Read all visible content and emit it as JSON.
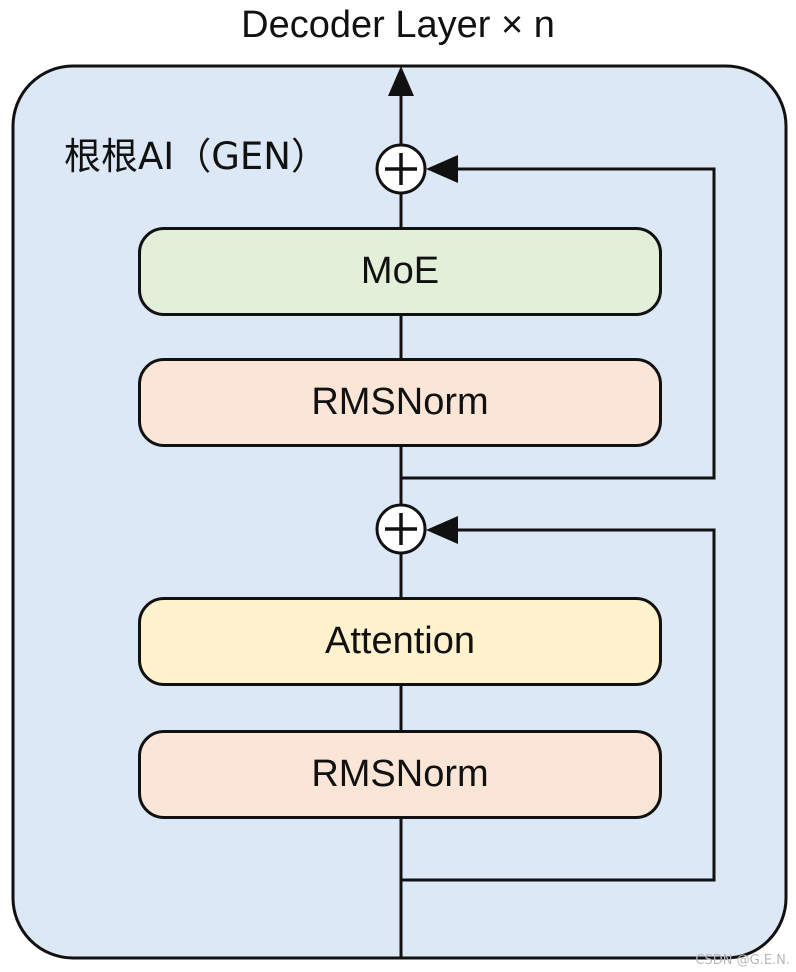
{
  "title": "Decoder Layer × n",
  "label": "根根AI（GEN）",
  "blocks": {
    "moe": "MoE",
    "rmsnorm_top": "RMSNorm",
    "attention": "Attention",
    "rmsnorm_bottom": "RMSNorm"
  },
  "adders": {
    "top": "+",
    "bottom": "+"
  },
  "colors": {
    "container_fill": "#dce8f5",
    "moe_fill": "#e2efd9",
    "rmsnorm_fill": "#fbe5d6",
    "attention_fill": "#fff2cc",
    "stroke": "#111111"
  },
  "credit": "CSDN @G.E.N."
}
